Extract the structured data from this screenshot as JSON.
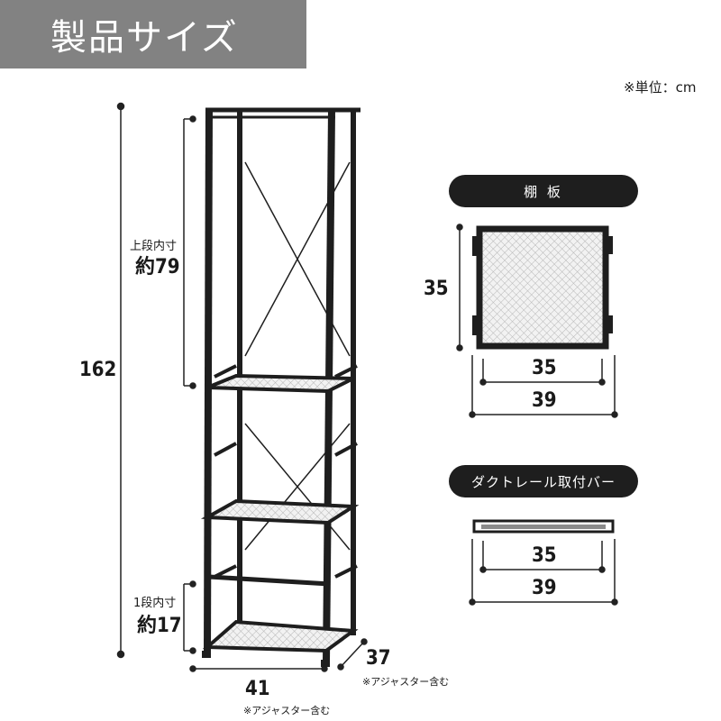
{
  "header": {
    "title": "製品サイズ",
    "unit": "※単位：cm"
  },
  "rack": {
    "height": "162",
    "upper_label": "上段内寸",
    "upper_value": "約79",
    "lower_label": "1段内寸",
    "lower_value": "約17",
    "width": "41",
    "width_note": "※アジャスター含む",
    "depth": "37",
    "depth_note": "※アジャスター含む"
  },
  "shelf_panel": {
    "title": "棚 板",
    "depth": "35",
    "inner_width": "35",
    "outer_width": "39"
  },
  "duct_rail": {
    "title": "ダクトレール取付バー",
    "inner_width": "35",
    "outer_width": "39"
  },
  "colors": {
    "title_bg": "#828282",
    "frame": "#1e1e1e",
    "mesh": "#d6d6d6"
  }
}
